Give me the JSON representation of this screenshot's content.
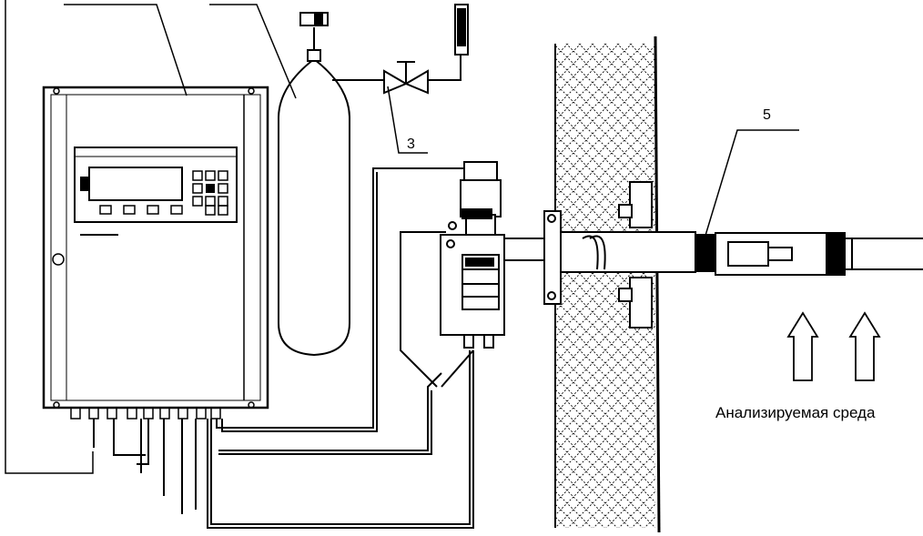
{
  "labels": {
    "callout_3": "3",
    "callout_5": "5",
    "medium": "Анализируемая среда"
  }
}
